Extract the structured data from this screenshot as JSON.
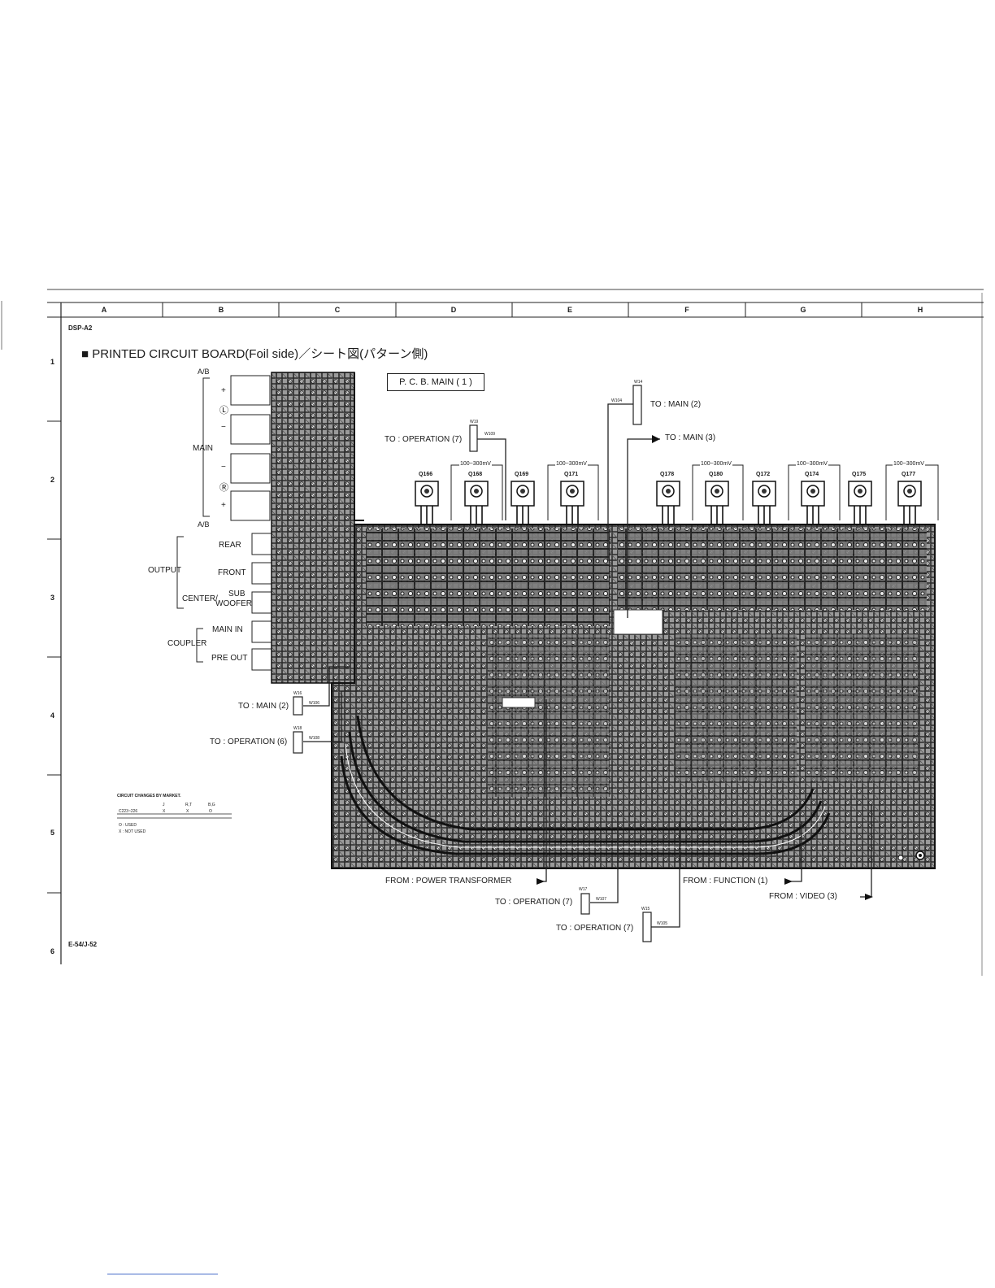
{
  "columns": [
    "A",
    "B",
    "C",
    "D",
    "E",
    "F",
    "G",
    "H"
  ],
  "rows": [
    "1",
    "2",
    "3",
    "4",
    "5",
    "6"
  ],
  "model": "DSP-A2",
  "page_number": "E-54/J-52",
  "title": "■ PRINTED CIRCUIT BOARD(Foil side)／シート図(パターン側)",
  "board_label": "P. C. B. MAIN ( 1 )",
  "terminals": {
    "ab_top": "A/B",
    "ab_bottom": "A/B",
    "main": "MAIN",
    "plus_top": "+",
    "left_symbol": "Ⓛ",
    "minus_top": "−",
    "minus_bottom": "−",
    "right_symbol": "Ⓡ",
    "plus_bottom": "+"
  },
  "output_jacks": {
    "group": "OUTPUT",
    "rear": "REAR",
    "front": "FRONT",
    "center": "CENTER/",
    "sub": "SUB",
    "woofer": "WOOFER"
  },
  "coupler_jacks": {
    "group": "COUPLER",
    "main_in": "MAIN IN",
    "pre_out": "PRE OUT"
  },
  "transistors": [
    {
      "name": "Q166",
      "voltage": ""
    },
    {
      "name": "Q168",
      "voltage": "100~300mV"
    },
    {
      "name": "Q169",
      "voltage": ""
    },
    {
      "name": "Q171",
      "voltage": "100~300mV"
    },
    {
      "name": "Q178",
      "voltage": ""
    },
    {
      "name": "Q180",
      "voltage": "100~300mV"
    },
    {
      "name": "Q172",
      "voltage": ""
    },
    {
      "name": "Q174",
      "voltage": "100~300mV"
    },
    {
      "name": "Q175",
      "voltage": ""
    },
    {
      "name": "Q177",
      "voltage": "100~300mV"
    }
  ],
  "connections": {
    "to_main2_top": "TO : MAIN (2)",
    "to_main3": "TO : MAIN (3)",
    "to_op7_top": "TO : OPERATION (7)",
    "to_main2_left": "TO : MAIN (2)",
    "to_op6": "TO : OPERATION (6)",
    "from_power": "FROM : POWER TRANSFORMER",
    "to_op7_b1": "TO : OPERATION (7)",
    "to_op7_b2": "TO : OPERATION (7)",
    "from_function": "FROM : FUNCTION (1)",
    "from_video": "FROM : VIDEO (3)"
  },
  "connector_ids": {
    "w14": "W14",
    "w104": "W104",
    "w19": "W19",
    "w109": "W109",
    "w16": "W16",
    "w106": "W106",
    "w18": "W18",
    "w108": "W108",
    "w17": "W17",
    "w107": "W107",
    "w15": "W15",
    "w105": "W105"
  },
  "market_table": {
    "title": "CIRCUIT CHANGES BY MARKET.",
    "headers": [
      "",
      "J",
      "R,T",
      "B,G"
    ],
    "rows": [
      [
        "C223~226",
        "X",
        "X",
        "O"
      ]
    ],
    "legend_used": "O : USED",
    "legend_not_used": "X : NOT USED"
  }
}
